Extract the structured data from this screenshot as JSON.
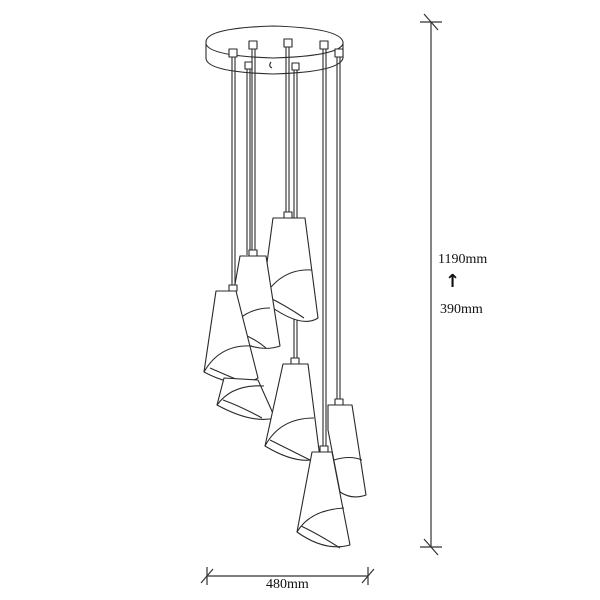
{
  "diagram": {
    "subject": "Cluster pendant lamp with 7 cone shades",
    "stroke_color": "#2a2a2a",
    "background": "#ffffff",
    "dimensions": {
      "height_max": "1190mm",
      "height_min": "390mm",
      "height_adjust_arrow": "up-arrow-icon",
      "width": "480mm"
    },
    "components": {
      "canopy": "round ceiling canopy",
      "cable_count": 7,
      "shade_count": 7
    }
  }
}
